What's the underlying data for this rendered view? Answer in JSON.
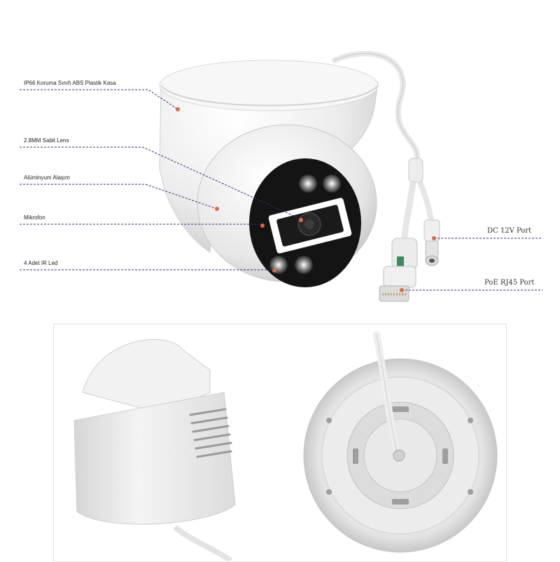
{
  "callouts": {
    "housing": "IP66 Koruma Sınıfı ABS Plastik Kasa",
    "lens": "2.8MM Sabit Lens",
    "alloy": "Alüminyum Alaşım",
    "mic": "Mikrofon",
    "ir_led": "4 Adet IR Led",
    "dc_port": "DC 12V Port",
    "poe_port": "PoE RJ45 Port"
  },
  "colors": {
    "callout_line": "#2a2f8a",
    "marker": "#e06a3c",
    "camera_white": "#f2f2f2",
    "lens_black": "#151515"
  }
}
